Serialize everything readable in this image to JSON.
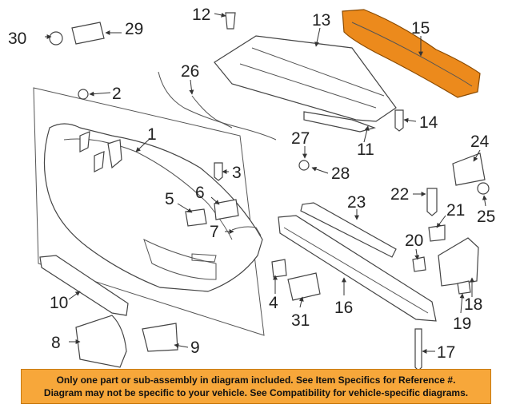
{
  "callouts": {
    "c1": "1",
    "c2": "2",
    "c3": "3",
    "c4": "4",
    "c5": "5",
    "c6": "6",
    "c7": "7",
    "c8": "8",
    "c9": "9",
    "c10": "10",
    "c11": "11",
    "c12": "12",
    "c13": "13",
    "c14": "14",
    "c15": "15",
    "c16": "16",
    "c17": "17",
    "c18": "18",
    "c19": "19",
    "c20": "20",
    "c21": "21",
    "c22": "22",
    "c23": "23",
    "c24": "24",
    "c25": "25",
    "c26": "26",
    "c27": "27",
    "c28": "28",
    "c29": "29",
    "c30": "30",
    "c31": "31"
  },
  "highlighted_part": "15",
  "colors": {
    "highlight": "#ec8a1c",
    "banner": "#f7a73a"
  },
  "disclaimer": {
    "line1": "Only one part or sub-assembly in diagram included. See Item Specifics for Reference #.",
    "line2": "Diagram may not be specific to your vehicle. See Compatibility for vehicle-specific diagrams."
  }
}
